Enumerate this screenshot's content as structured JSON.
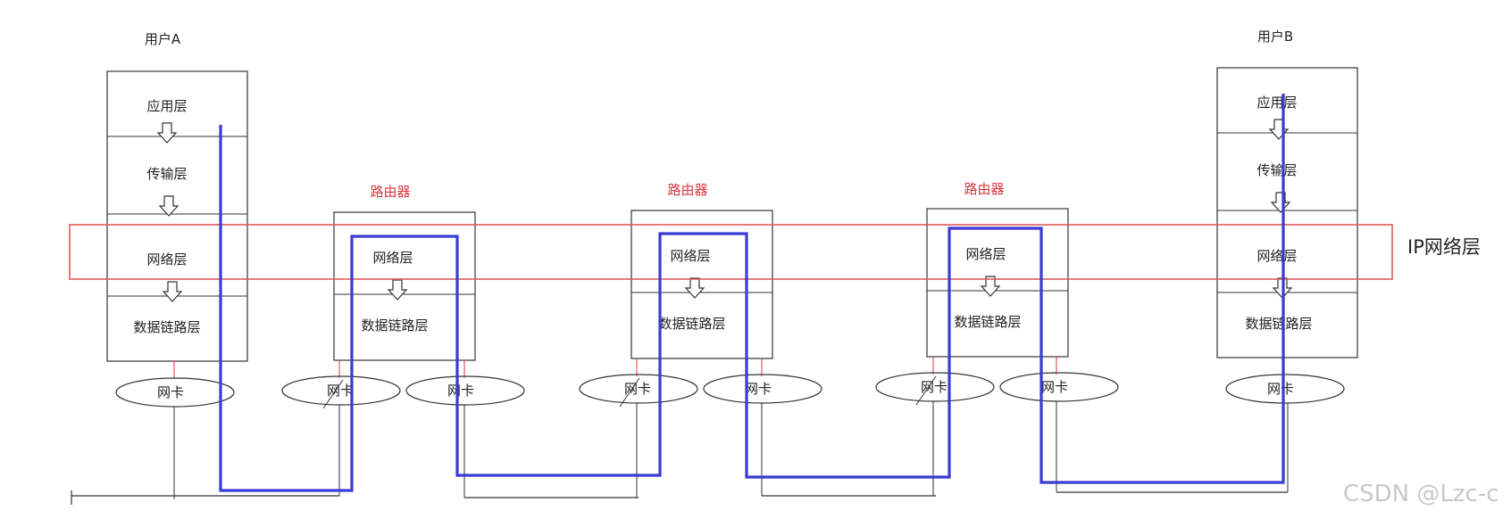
{
  "diagram": {
    "user_a": {
      "title": "用户A",
      "layers": [
        "应用层",
        "传输层",
        "网络层",
        "数据链路层"
      ],
      "nic": "网卡"
    },
    "user_b": {
      "title": "用户B",
      "layers": [
        "应用层",
        "传输层",
        "网络层",
        "数据链路层"
      ],
      "nic": "网卡"
    },
    "routers": [
      {
        "title": "路由器",
        "layers": [
          "网络层",
          "数据链路层"
        ],
        "nics": [
          "网卡",
          "网卡"
        ]
      },
      {
        "title": "路由器",
        "layers": [
          "网络层",
          "数据链路层"
        ],
        "nics": [
          "网卡",
          "网卡"
        ]
      },
      {
        "title": "路由器",
        "layers": [
          "网络层",
          "数据链路层"
        ],
        "nics": [
          "网卡",
          "网卡"
        ]
      }
    ],
    "ip_layer_label": "IP网络层",
    "watermark": "CSDN @Lzc-c",
    "colors": {
      "path": "#3a3ad4",
      "highlight": "#e05a5a",
      "router_title": "#d9363e",
      "box_line": "#333333"
    }
  }
}
